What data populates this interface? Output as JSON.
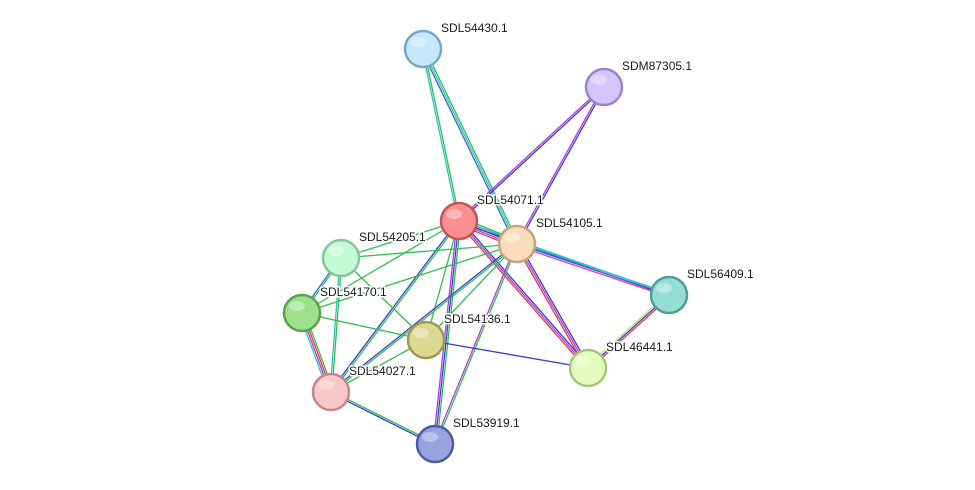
{
  "nodes": [
    {
      "id": "SDL54430.1",
      "label": "SDL54430.1",
      "color": "#c6e7fb",
      "stroke": "#74a9c9"
    },
    {
      "id": "SDM87305.1",
      "label": "SDM87305.1",
      "color": "#d3c5fd",
      "stroke": "#9a86c9"
    },
    {
      "id": "SDL54071.1",
      "label": "SDL54071.1",
      "color": "#fb8f8f",
      "stroke": "#c05555"
    },
    {
      "id": "SDL54105.1",
      "label": "SDL54105.1",
      "color": "#fbdcbc",
      "stroke": "#c9a37c"
    },
    {
      "id": "SDL54205.1",
      "label": "SDL54205.1",
      "color": "#c2fbd5",
      "stroke": "#86c79a"
    },
    {
      "id": "SDL56409.1",
      "label": "SDL56409.1",
      "color": "#95ddd3",
      "stroke": "#4f9e93"
    },
    {
      "id": "SDL54170.1",
      "label": "SDL54170.1",
      "color": "#9de08c",
      "stroke": "#5c9f4c"
    },
    {
      "id": "SDL54136.1",
      "label": "SDL54136.1",
      "color": "#dcd892",
      "stroke": "#9e9a52"
    },
    {
      "id": "SDL46441.1",
      "label": "SDL46441.1",
      "color": "#e4fbbd",
      "stroke": "#a7c57c"
    },
    {
      "id": "SDL54027.1",
      "label": "SDL54027.1",
      "color": "#f8c8c8",
      "stroke": "#c58888"
    },
    {
      "id": "SDL53919.1",
      "label": "SDL53919.1",
      "color": "#98a3e0",
      "stroke": "#4f5aa0"
    }
  ],
  "edges": [
    {
      "a": "SDL54430.1",
      "b": "SDL54071.1",
      "colors": [
        "#2fbf4f",
        "#33c2c2"
      ]
    },
    {
      "a": "SDL54430.1",
      "b": "SDL54105.1",
      "colors": [
        "#2fbf4f",
        "#33c2c2",
        "#3b66d6"
      ]
    },
    {
      "a": "SDM87305.1",
      "b": "SDL54071.1",
      "colors": [
        "#3b3bd6",
        "#b83bd6"
      ]
    },
    {
      "a": "SDM87305.1",
      "b": "SDL54105.1",
      "colors": [
        "#3b3bd6",
        "#b83bd6"
      ]
    },
    {
      "a": "SDL54071.1",
      "b": "SDL54105.1",
      "colors": [
        "#2fbf4f",
        "#33c2c2",
        "#3b3bd6",
        "#b83bd6",
        "#e03c3c"
      ]
    },
    {
      "a": "SDL54071.1",
      "b": "SDL54205.1",
      "colors": [
        "#2fbf4f"
      ]
    },
    {
      "a": "SDL54071.1",
      "b": "SDL54170.1",
      "colors": [
        "#2fbf4f"
      ]
    },
    {
      "a": "SDL54071.1",
      "b": "SDL54136.1",
      "colors": [
        "#2fbf4f"
      ]
    },
    {
      "a": "SDL54071.1",
      "b": "SDL54027.1",
      "colors": [
        "#2fbf4f",
        "#3b3bd6"
      ]
    },
    {
      "a": "SDL54071.1",
      "b": "SDL53919.1",
      "colors": [
        "#2fbf4f",
        "#3b3bd6",
        "#b83bd6"
      ]
    },
    {
      "a": "SDL54071.1",
      "b": "SDL46441.1",
      "colors": [
        "#3b3bd6",
        "#b83bd6",
        "#e03c3c"
      ]
    },
    {
      "a": "SDL54071.1",
      "b": "SDL56409.1",
      "colors": [
        "#33c2c2",
        "#3b3bd6"
      ]
    },
    {
      "a": "SDL54105.1",
      "b": "SDL56409.1",
      "colors": [
        "#33c2c2",
        "#3b66d6",
        "#e03cbc"
      ]
    },
    {
      "a": "SDL54105.1",
      "b": "SDL46441.1",
      "colors": [
        "#3b3bd6",
        "#b83bd6",
        "#e03c3c"
      ]
    },
    {
      "a": "SDL54105.1",
      "b": "SDL54205.1",
      "colors": [
        "#2fbf4f"
      ]
    },
    {
      "a": "SDL54105.1",
      "b": "SDL54170.1",
      "colors": [
        "#2fbf4f"
      ]
    },
    {
      "a": "SDL54105.1",
      "b": "SDL54136.1",
      "colors": [
        "#2fbf4f"
      ]
    },
    {
      "a": "SDL54105.1",
      "b": "SDL54027.1",
      "colors": [
        "#2fbf4f",
        "#3b3bd6"
      ]
    },
    {
      "a": "SDL54105.1",
      "b": "SDL53919.1",
      "colors": [
        "#2fbf4f",
        "#b83bd6"
      ]
    },
    {
      "a": "SDL56409.1",
      "b": "SDL46441.1",
      "colors": [
        "#e03c3c",
        "#3b3bd6",
        "#c2e05a"
      ]
    },
    {
      "a": "SDL54205.1",
      "b": "SDL54170.1",
      "colors": [
        "#2fbf4f",
        "#3b66d6"
      ]
    },
    {
      "a": "SDL54205.1",
      "b": "SDL54027.1",
      "colors": [
        "#2fbf4f",
        "#33c2c2"
      ]
    },
    {
      "a": "SDL54205.1",
      "b": "SDL54136.1",
      "colors": [
        "#2fbf4f"
      ]
    },
    {
      "a": "SDL54170.1",
      "b": "SDL54027.1",
      "colors": [
        "#2fbf4f",
        "#e03c3c",
        "#b83bd6",
        "#33c2c2"
      ]
    },
    {
      "a": "SDL54170.1",
      "b": "SDL54136.1",
      "colors": [
        "#2fbf4f"
      ]
    },
    {
      "a": "SDL54136.1",
      "b": "SDL46441.1",
      "colors": [
        "#3b3bd6"
      ]
    },
    {
      "a": "SDL54136.1",
      "b": "SDL54027.1",
      "colors": [
        "#2fbf4f"
      ]
    },
    {
      "a": "SDL54027.1",
      "b": "SDL53919.1",
      "colors": [
        "#2fbf4f",
        "#3b3bd6"
      ]
    }
  ]
}
